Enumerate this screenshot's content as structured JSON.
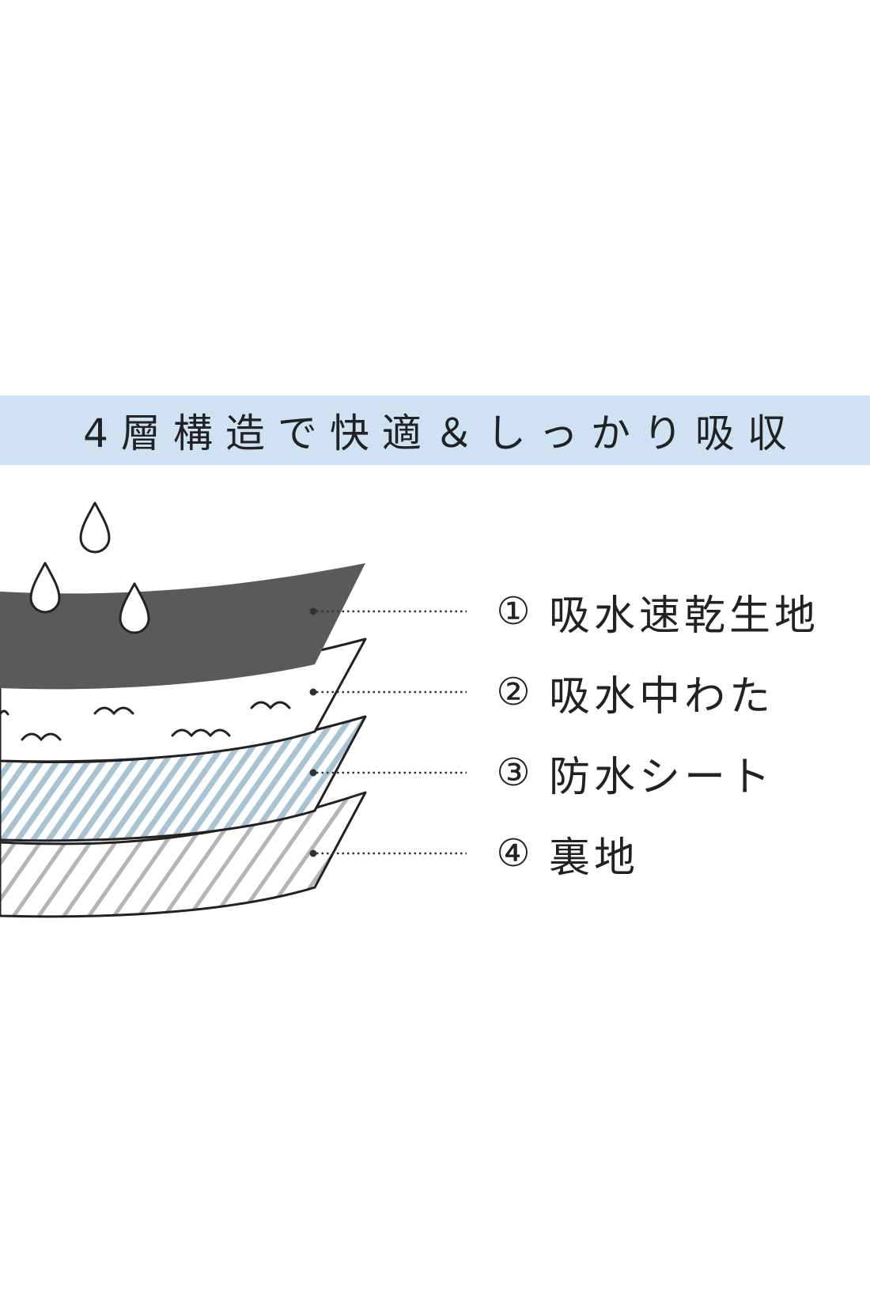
{
  "title": "4層構造で快適＆しっかり吸収",
  "colors": {
    "title_band": "#cfe2f3",
    "layer1_fill": "#5a5a5a",
    "layer2_fill": "#ffffff",
    "layer3_stripe": "#a9c3d3",
    "layer4_stripe": "#b5b5b5",
    "outline": "#222222",
    "leader": "#333333"
  },
  "icons": {
    "drops": "water-drop-icon",
    "fluff": "fluff-pattern-icon"
  },
  "layers": [
    {
      "number": "①",
      "label": "吸水速乾生地"
    },
    {
      "number": "②",
      "label": "吸水中わた"
    },
    {
      "number": "③",
      "label": "防水シート"
    },
    {
      "number": "④",
      "label": "裏地"
    }
  ]
}
